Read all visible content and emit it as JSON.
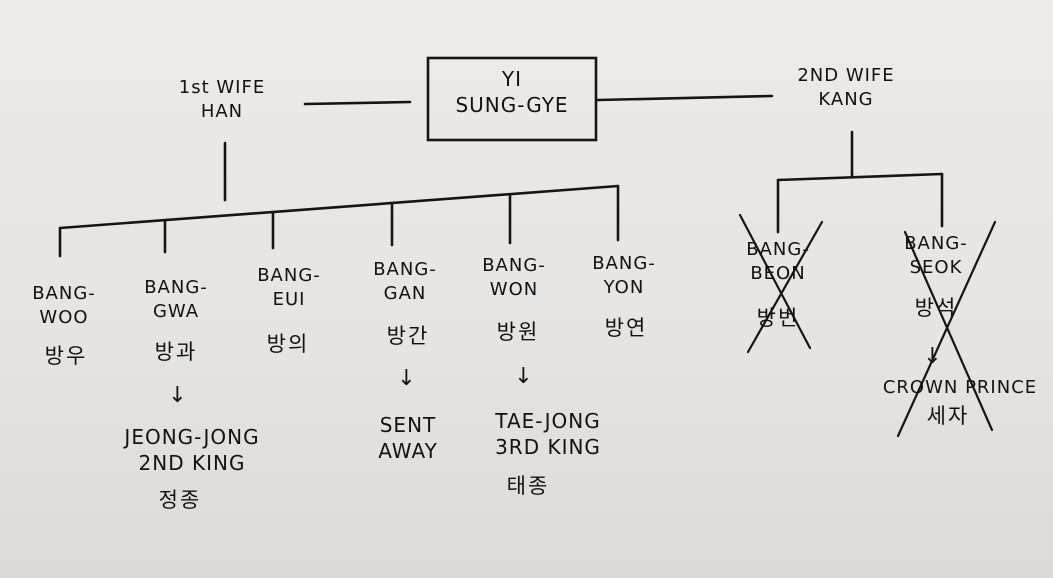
{
  "founder": {
    "name": "YI\nSUNG-GYE"
  },
  "wives": [
    {
      "label": "1st WIFE\nHAN"
    },
    {
      "label": "2ND WIFE\nKANG"
    }
  ],
  "children": [
    {
      "name": "BANG-\nWOO",
      "korean": "방우"
    },
    {
      "name": "BANG-\nGWA",
      "korean": "방과",
      "note": "JEONG-JONG\n2ND KING",
      "note_korean": "정종"
    },
    {
      "name": "BANG-\nEUI",
      "korean": "방의"
    },
    {
      "name": "BANG-\nGAN",
      "korean": "방간",
      "note": "SENT\nAWAY"
    },
    {
      "name": "BANG-\nWON",
      "korean": "방원",
      "note": "TAE-JONG\n3RD KING",
      "note_korean": "태종"
    },
    {
      "name": "BANG-\nYON",
      "korean": "방연"
    },
    {
      "name": "BANG-\nBEON",
      "korean": "방번"
    },
    {
      "name": "BANG-\nSEOK",
      "korean": "방석",
      "note": "CROWN PRINCE",
      "note_korean": "세자"
    }
  ],
  "arrow_glyph": "↓",
  "ink_color": "#151515"
}
